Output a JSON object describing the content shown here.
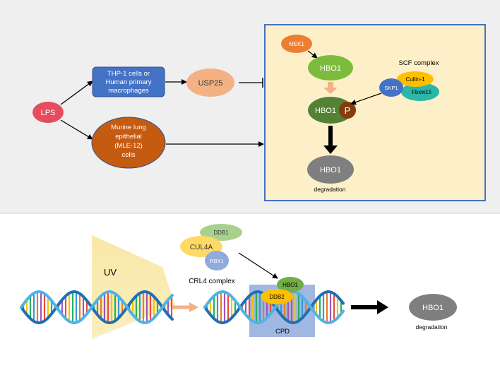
{
  "top_panel": {
    "lps": "LPS",
    "thp1_line1": "THP-1 cells or",
    "thp1_line2": "Human primary",
    "thp1_line3": "macrophages",
    "usp25": "USP25",
    "mle_line1": "Murine lung",
    "mle_line2": "epithelial",
    "mle_line3": "(MLE-12)",
    "mle_line4": "cells",
    "mek1": "MEK1",
    "hbo1_a": "HBO1",
    "hbo1_b": "HBO1",
    "phospho": "P",
    "hbo1_c": "HBO1",
    "degradation": "degradation",
    "scf_title": "SCF complex",
    "cullin1": "Cullin-1",
    "skp1": "SKP1",
    "fbxw15": "Fbxw15"
  },
  "bottom_panel": {
    "ddb1": "DDB1",
    "cul4a": "CUL4A",
    "rbx1": "RBX1",
    "crl4_title": "CRL4 complex",
    "uv": "UV",
    "hbo1_d": "HBO1",
    "ddb2": "DDB2",
    "cpd": "CPD",
    "hbo1_e": "HBO1",
    "degradation": "degradation"
  },
  "colors": {
    "top_bg": "#efefef",
    "lps": "#e74c5e",
    "thp1": "#4472c4",
    "usp25": "#f4b183",
    "mle": "#c55a11",
    "panel": "#fdf0c8",
    "panel_border": "#4472c4",
    "mek1": "#ed7d31",
    "hbo1_light": "#7dbb3c",
    "hbo1_dark": "#548235",
    "phospho": "#843c0c",
    "hbo1_gray": "#7f7f7f",
    "cullin": "#ffc000",
    "skp1": "#4472c4",
    "fbxw": "#2ab7a9",
    "ddb1": "#a9d18e",
    "cul4a": "#ffd966",
    "rbx1": "#8faadc",
    "uv": "#f7e08a",
    "cpd": "#8faadc",
    "ddb2": "#ffc000",
    "hbo1_green": "#70ad47"
  }
}
